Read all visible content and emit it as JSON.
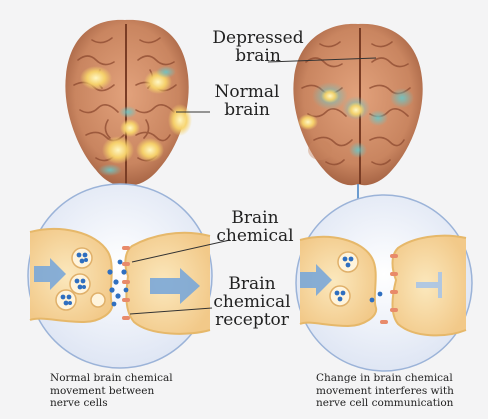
{
  "labels": {
    "depressed_brain": [
      "Depressed",
      "brain"
    ],
    "normal_brain": [
      "Normal",
      "brain"
    ],
    "brain_chemical": [
      "Brain",
      "chemical"
    ],
    "brain_chemical_receptor": [
      "Brain",
      "chemical",
      "receptor"
    ]
  },
  "captions": {
    "left": [
      "Normal brain chemical",
      "movement between",
      "nerve cells"
    ],
    "right": [
      "Change in brain chemical",
      "movement interferes with",
      "nerve cell communication"
    ]
  },
  "colors": {
    "brain": "#c98560",
    "brain_fold": "#8d4a30",
    "activity_yellow": "#f7d36a",
    "activity_cyan": "#6cc6c6",
    "cell": "#f8dca0",
    "cell_outline": "#e6b86a",
    "chemical": "#2f6fc0",
    "receptor": "#e88a6a",
    "arrow": "#7aa7d8",
    "circle": "#eef2fb"
  }
}
